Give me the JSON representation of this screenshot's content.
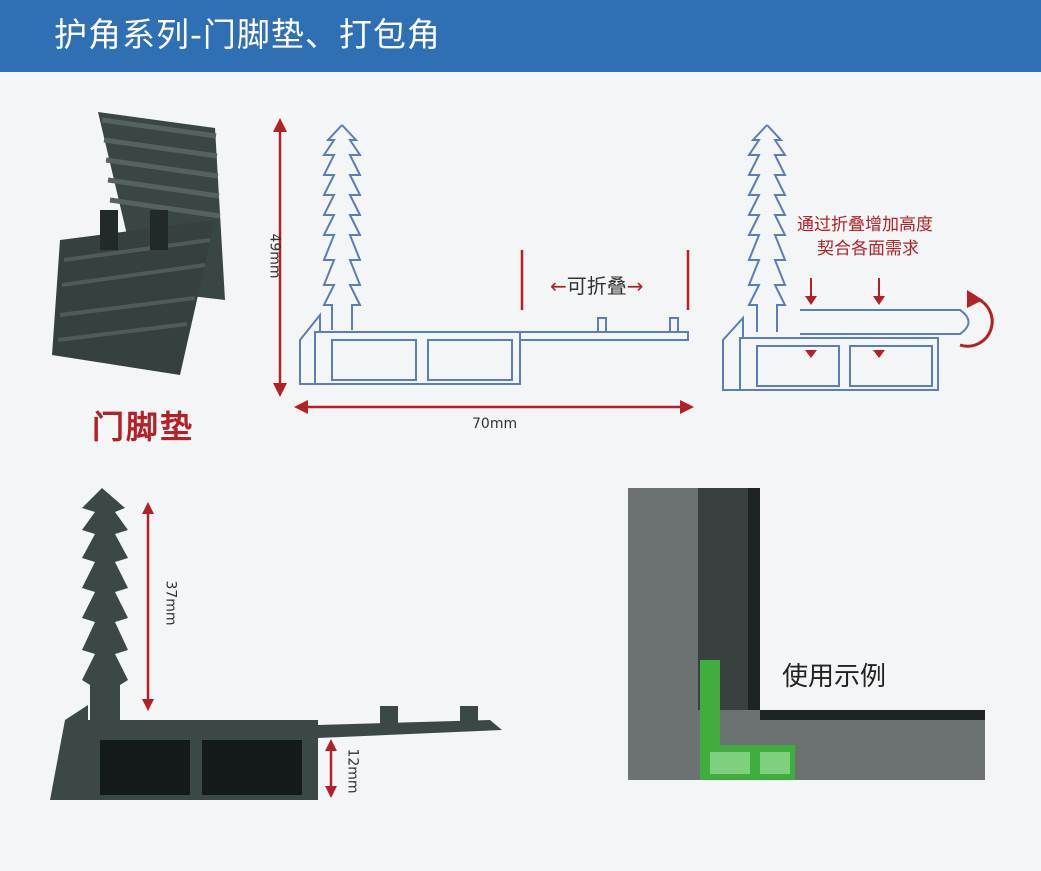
{
  "header": {
    "title": "护角系列-门脚垫、打包角"
  },
  "product": {
    "name": "门脚垫"
  },
  "diagram": {
    "height_label": "49mm",
    "width_label": "70mm",
    "fold_label": "可折叠",
    "fold_note_line1": "通过折叠增加高度",
    "fold_note_line2": "契合各面需求"
  },
  "profile": {
    "height_label": "37mm",
    "base_label": "12mm"
  },
  "usage": {
    "label": "使用示例"
  },
  "colors": {
    "header": "#2f6fb4",
    "accent_red": "#b32025",
    "profile_gray": "#3c4848",
    "green": "#3fae3f"
  }
}
